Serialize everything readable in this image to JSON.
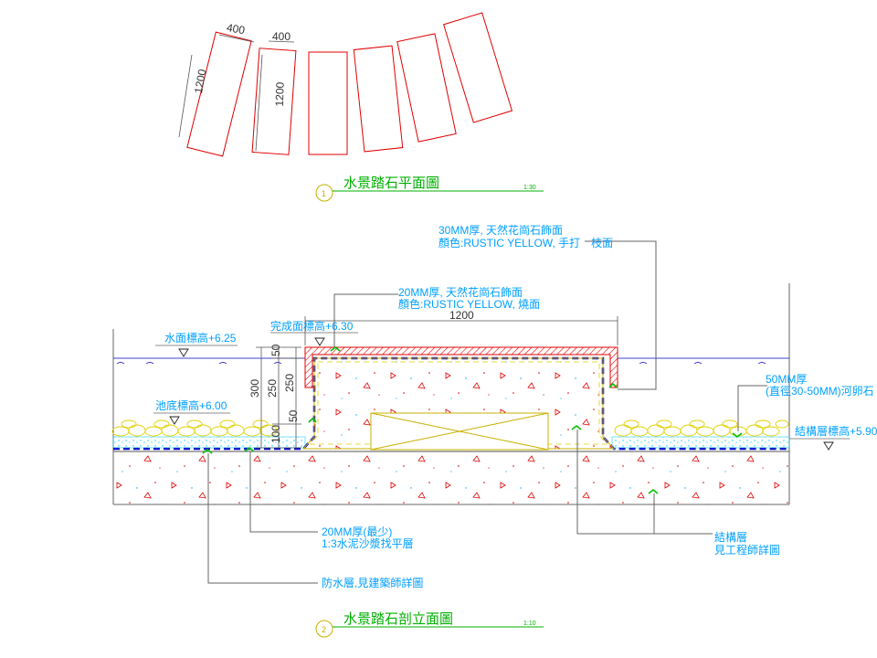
{
  "plan": {
    "dim_width_1": "400",
    "dim_width_2": "400",
    "dim_length_1": "1200",
    "dim_length_2": "1200",
    "title_number": "1",
    "title": "水景踏石平面圖",
    "scale": "1:30"
  },
  "section": {
    "note_top_1": "30MM厚, 天然花崗石飾面",
    "note_top_2": "顏色:RUSTIC YELLOW, 手打　枝面",
    "note_mid_1": "20MM厚, 天然花崗石飾面",
    "note_mid_2": "顏色:RUSTIC YELLOW, 燒面",
    "dim_1200": "1200",
    "finish_level": "完成面標高+6.30",
    "water_level": "水面標高+6.25",
    "pool_bottom": "池底標高+6.00",
    "dim_300": "300",
    "dim_250a": "250",
    "dim_250b": "250",
    "dim_50a": "50",
    "dim_50b": "50",
    "dim_100": "100",
    "pebble_1": "50MM厚",
    "pebble_2": "(直徑30-50MM)河卵石",
    "structure_level": "結構層標高+5.90",
    "screed_1": "20MM厚(最少)",
    "screed_2": "1:3水泥沙漿找平層",
    "structure_1": "結構層",
    "structure_2": "見工程師詳圖",
    "waterproof": "防水層,見建築師詳圖",
    "title_number": "2",
    "title": "水景踏石剖立面圖",
    "scale": "1:10"
  }
}
